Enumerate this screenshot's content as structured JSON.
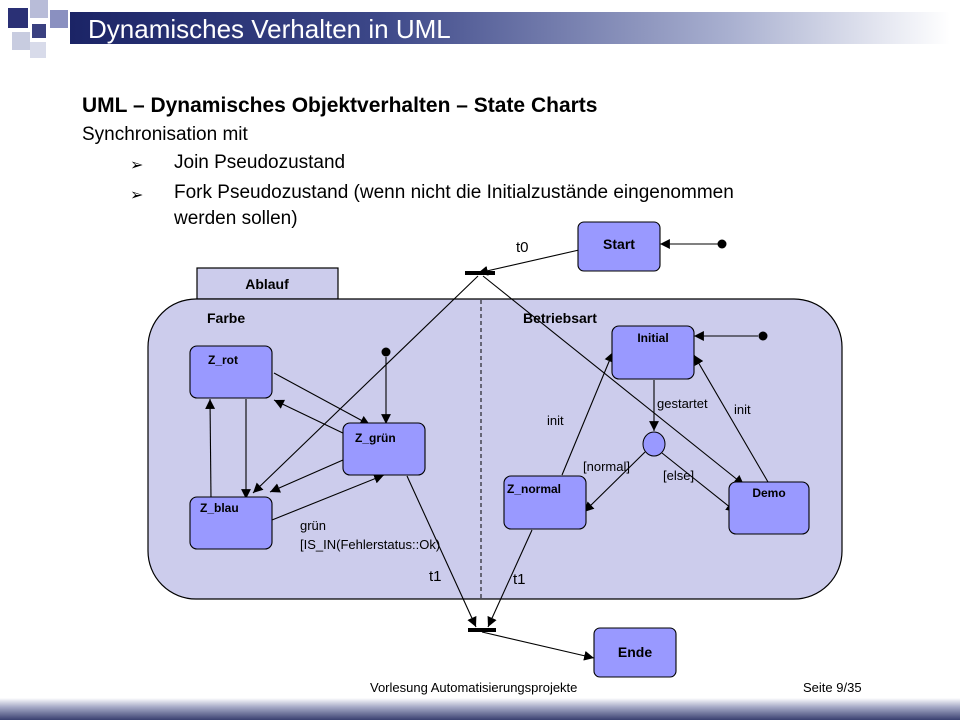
{
  "slide": {
    "title": "Dynamisches Verhalten in UML",
    "heading": "UML – Dynamisches Objektverhalten – State Charts",
    "intro": "Synchronisation mit",
    "bullets": [
      "Join Pseudozustand",
      "Fork Pseudozustand (wenn nicht die Initialzustände eingenommen",
      "werden sollen)"
    ],
    "bullet_glyph": "➢"
  },
  "footer": {
    "course": "Vorlesung Automatisierungsprojekte",
    "page": "Seite 9/35"
  },
  "diagram": {
    "composite_state": "Ablauf",
    "regions": [
      "Farbe",
      "Betriebsart"
    ],
    "states": {
      "start": "Start",
      "ende": "Ende",
      "z_rot": "Z_rot",
      "z_gruen": "Z_grün",
      "z_blau": "Z_blau",
      "initial": "Initial",
      "z_normal": "Z_normal",
      "demo": "Demo"
    },
    "transitions": {
      "t0": "t0",
      "t1_left": "t1",
      "t1_right": "t1",
      "gruen_line1": "grün",
      "gruen_line2": "[IS_IN(Fehlerstatus::Ok)",
      "gestartet": "gestartet",
      "init_left": "init",
      "init_right": "init",
      "normal": "[normal]",
      "else": "[else]"
    },
    "colors": {
      "state_fill": "#9999ff",
      "composite_fill": "#ccccec",
      "title_bar": "#1b2466"
    }
  }
}
